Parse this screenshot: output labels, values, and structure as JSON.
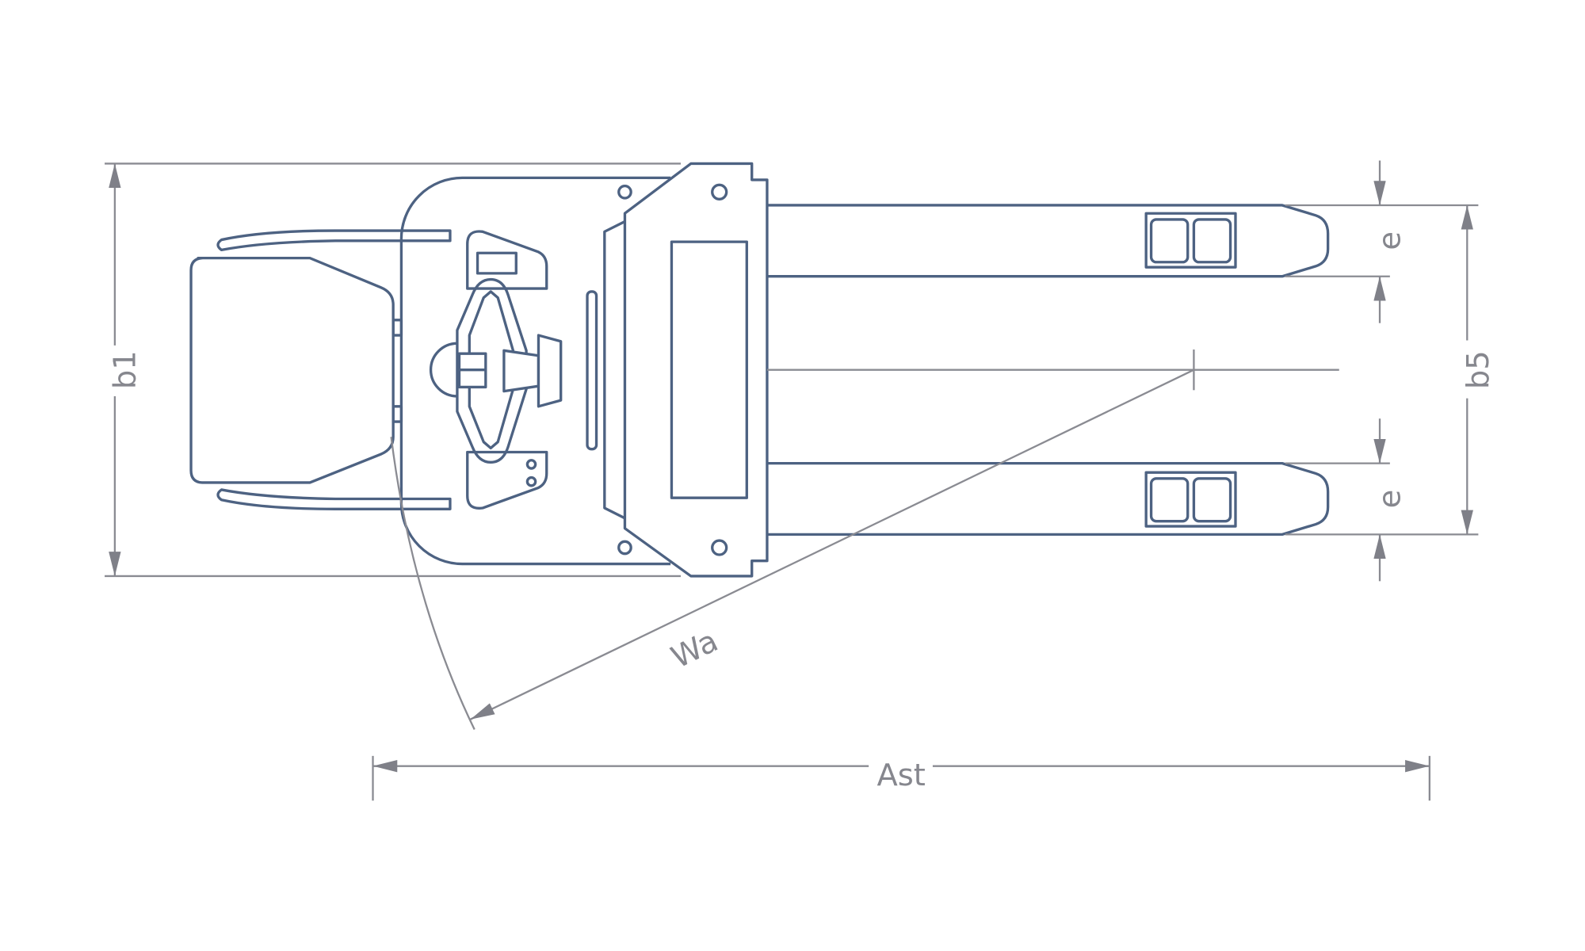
{
  "title": "Pallet truck top-view dimension drawing",
  "labels": {
    "b1": "b1",
    "b5": "b5",
    "e_top": "e",
    "e_bottom": "e",
    "wa": "Wa",
    "ast": "Ast"
  },
  "colors": {
    "outline": "#4d6282",
    "dimension": "#8a8b92"
  }
}
